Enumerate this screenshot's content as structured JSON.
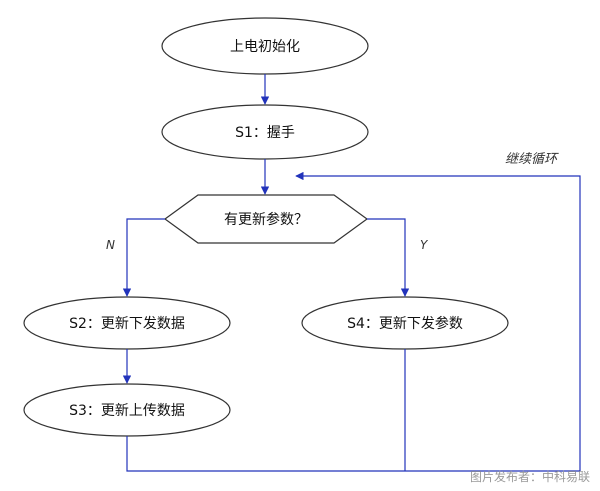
{
  "diagram": {
    "colors": {
      "shape_stroke": "#333333",
      "connector": "#2233bb",
      "credit_text": "#9a9a9a"
    },
    "nodes": {
      "start": "上电初始化",
      "s1": "S1：握手",
      "decision": "有更新参数？",
      "s2": "S2：更新下发数据",
      "s3": "S3：更新上传数据",
      "s4": "S4：更新下发参数"
    },
    "edge_labels": {
      "no": "N",
      "yes": "Y",
      "loop": "继续循环"
    }
  },
  "watermark": "图片发布者：中科易联"
}
